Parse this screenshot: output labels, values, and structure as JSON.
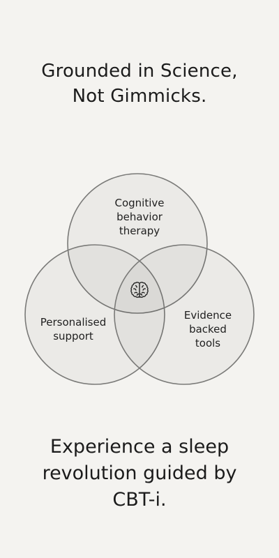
{
  "headline": {
    "line1": "Grounded in Science,",
    "line2": "Not Gimmicks."
  },
  "venn": {
    "top": {
      "line1": "Cognitive",
      "line2": "behavior",
      "line3": "therapy"
    },
    "left": {
      "line1": "Personalised",
      "line2": "support"
    },
    "right": {
      "line1": "Evidence",
      "line2": "backed",
      "line3": "tools"
    },
    "center_icon": "brain-icon"
  },
  "footer": {
    "line1": "Experience a sleep",
    "line2": "revolution guided by",
    "line3": "CBT-i."
  },
  "colors": {
    "background": "#f4f3f0",
    "circle_stroke": "#7a7a78",
    "text": "#1b1b1b"
  }
}
